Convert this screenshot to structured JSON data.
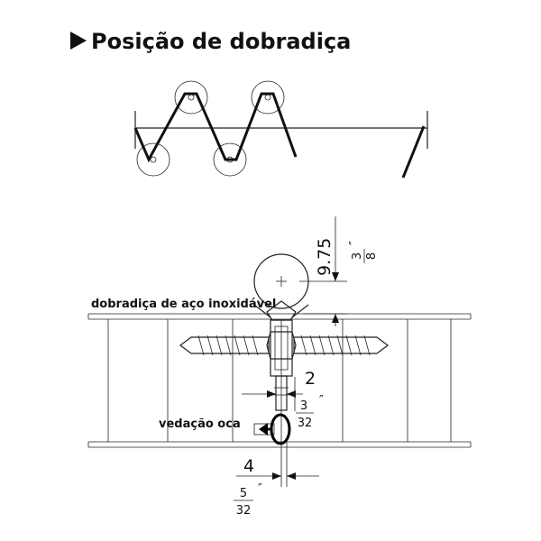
{
  "title": "Posição de dobradiça",
  "labels": {
    "hinge": "dobradiça de aço inoxidável",
    "seal": "vedação oca"
  },
  "dimensions": {
    "top": {
      "value": "9.75",
      "num": "3",
      "den": "8",
      "mark": "″"
    },
    "mid": {
      "value": "2",
      "num": "3",
      "den": "32",
      "mark": "″"
    },
    "bottom": {
      "value": "4",
      "num": "5",
      "den": "32",
      "mark": "″"
    }
  },
  "icons": {
    "title_marker": "right-triangle-icon"
  },
  "colors": {
    "ink": "#111111",
    "gasket": "#000000"
  }
}
